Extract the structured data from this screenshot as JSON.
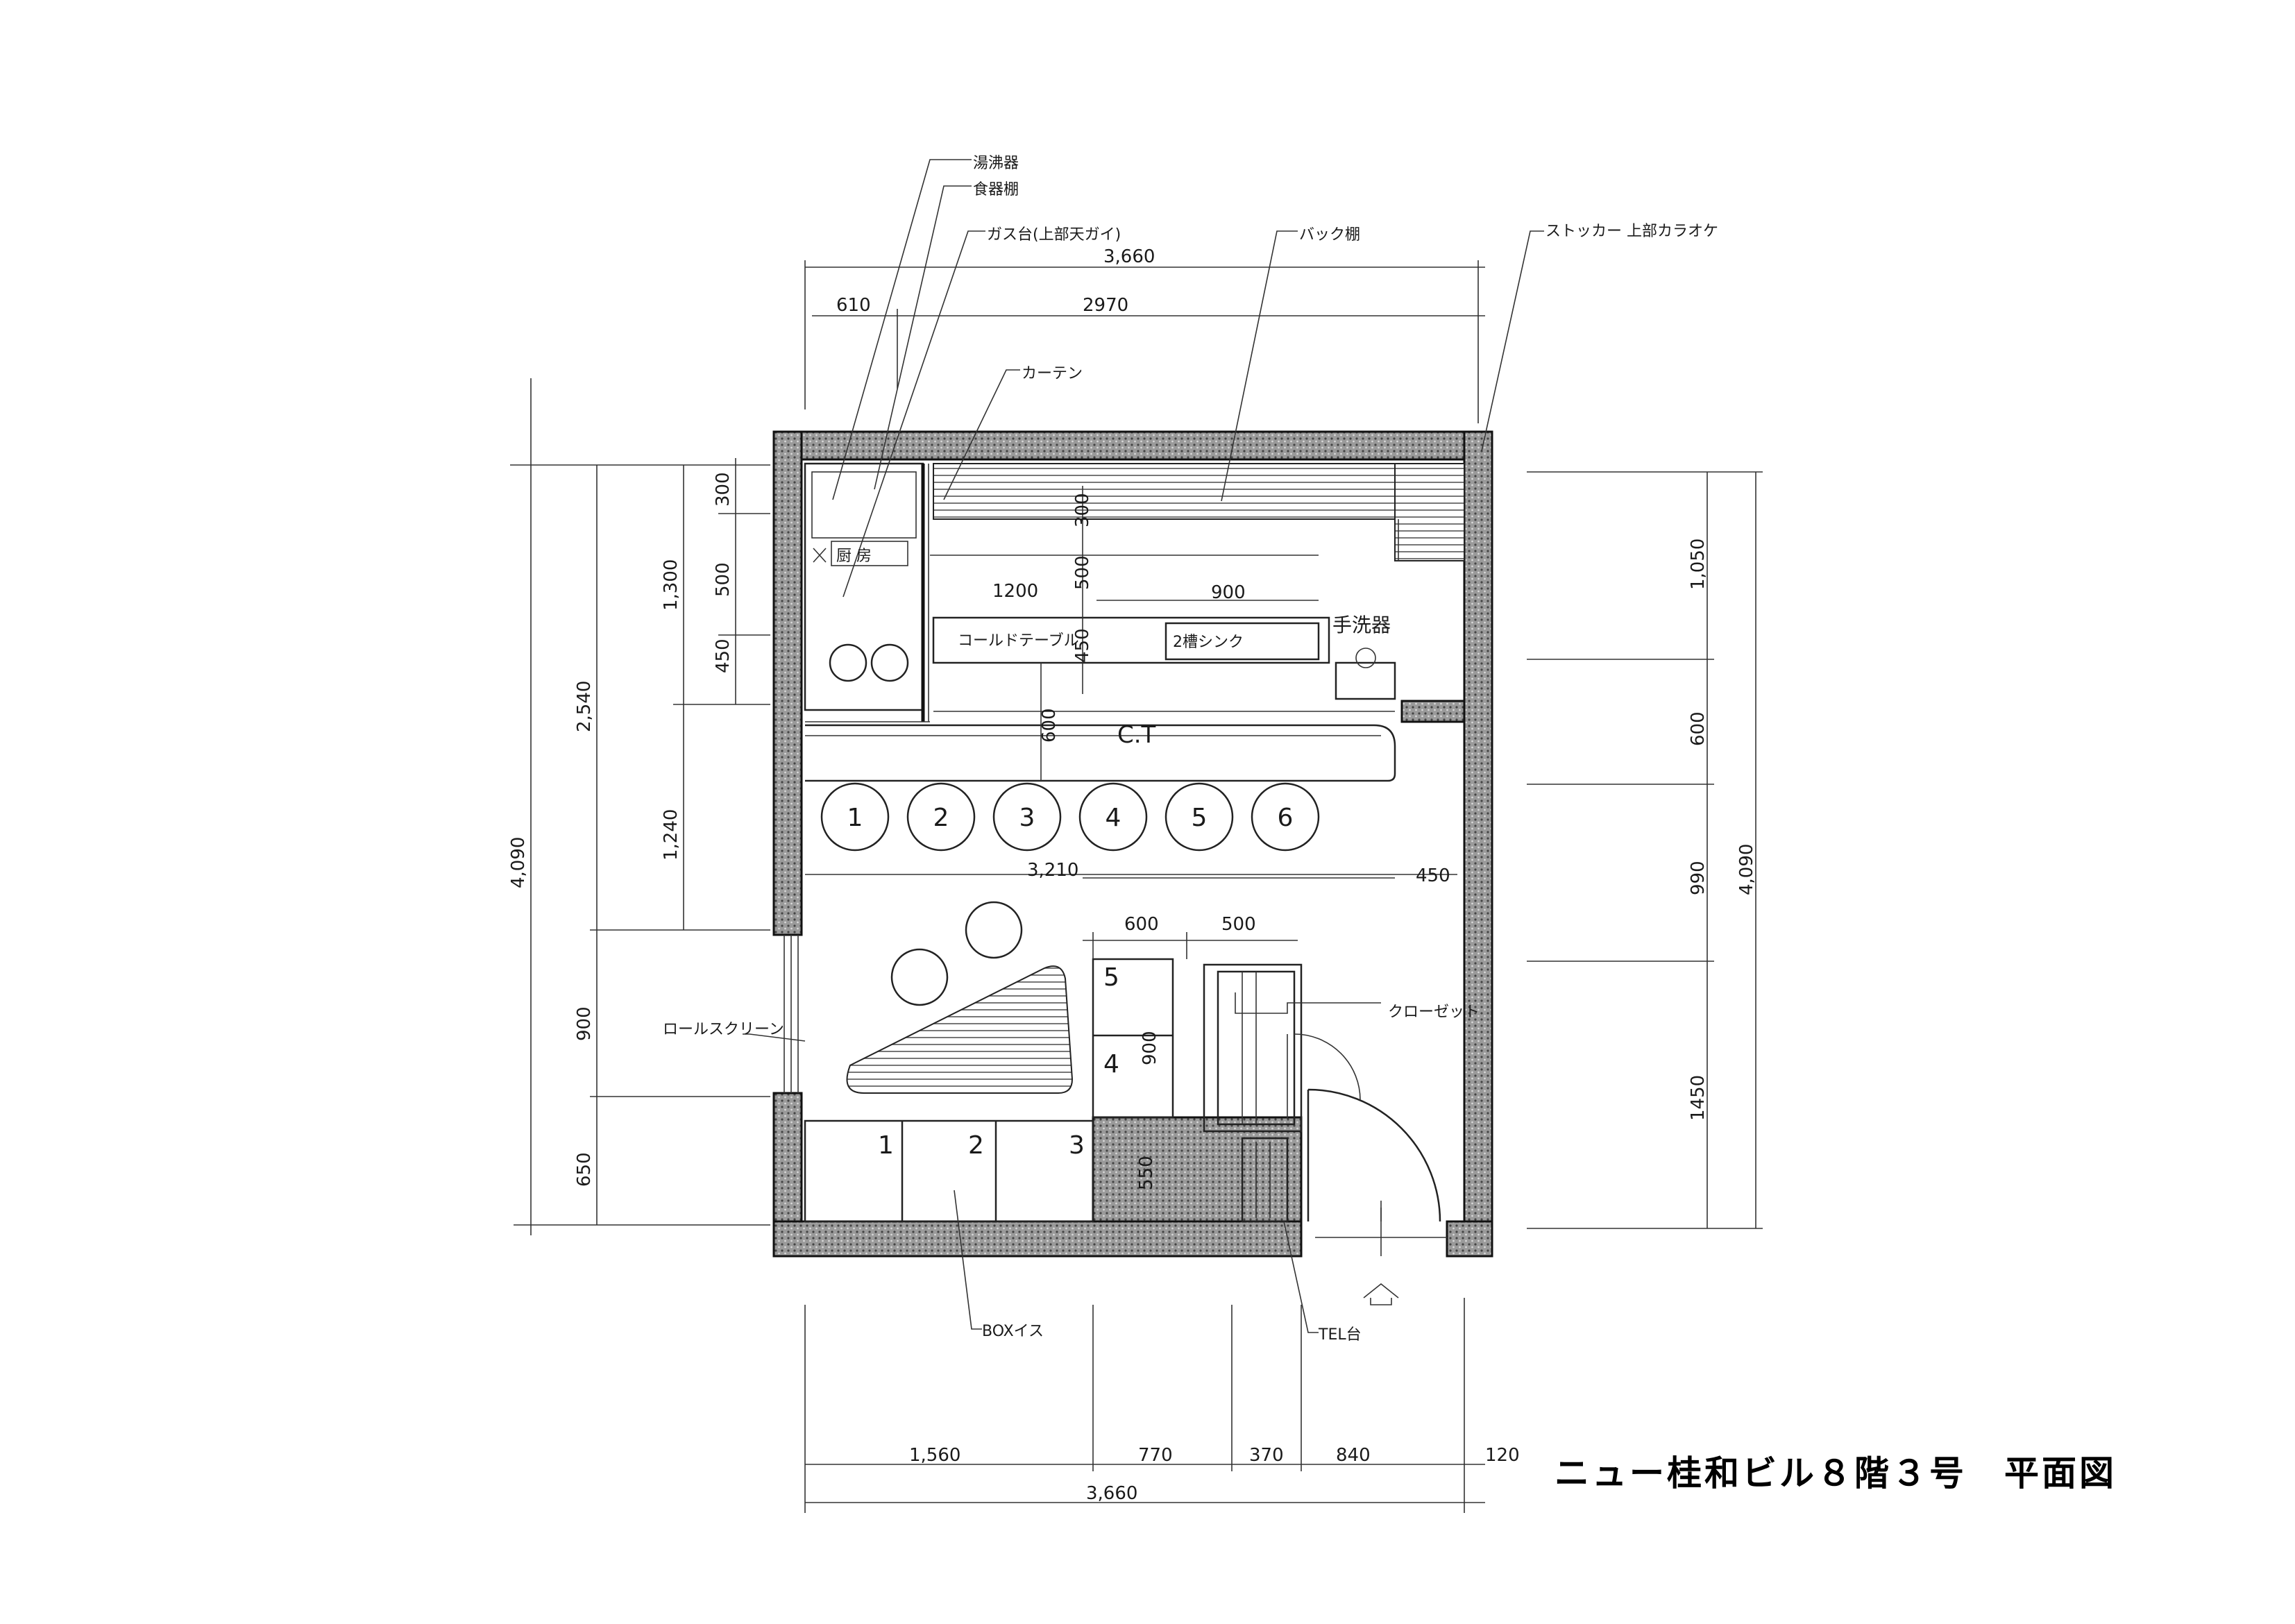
{
  "title": "ニュー桂和ビル８階３号　平面図",
  "labels": {
    "water_heater": "湯沸器",
    "dish_shelf": "食器棚",
    "gas_table": "ガス台(上部天ガイ)",
    "back_shelf": "バック棚",
    "stocker": "ストッカー 上部カラオケ",
    "curtain": "カーテン",
    "kitchen": "厨 房",
    "cold_table": "コールドテーブル",
    "double_sink": "2槽シンク",
    "hand_wash": "手洗器",
    "counter": "C.T",
    "roll_screen": "ロールスクリーン",
    "closet": "クローゼット",
    "box_chair": "BOXイス",
    "tel_stand": "TEL台"
  },
  "dims_top": {
    "total": "3,660",
    "left": "610",
    "right": "2970"
  },
  "dims_bottom": {
    "d1": "1,560",
    "d2": "770",
    "d3": "370",
    "d4": "840",
    "d5": "120",
    "total": "3,660"
  },
  "dims_left": {
    "overall": "4,090",
    "upper": "2,540",
    "d1300": "1,300",
    "d1240": "1,240",
    "d900": "900",
    "d650": "650",
    "d300": "300",
    "d500": "500",
    "d450": "450"
  },
  "dims_right": {
    "overall": "4,090",
    "d1050": "1,050",
    "d600": "600",
    "d990": "990",
    "d1450": "1450"
  },
  "dims_inner": {
    "k300": "300",
    "k500": "500",
    "k450": "450",
    "w1200": "1200",
    "w900": "900",
    "c600": "600",
    "w3210": "3,210",
    "w450": "450",
    "b600": "600",
    "b500": "500",
    "b900": "900",
    "b550": "550"
  },
  "counter_seats": [
    "1",
    "2",
    "3",
    "4",
    "5",
    "6"
  ],
  "box_seats": [
    "1",
    "2",
    "3",
    "4",
    "5"
  ]
}
